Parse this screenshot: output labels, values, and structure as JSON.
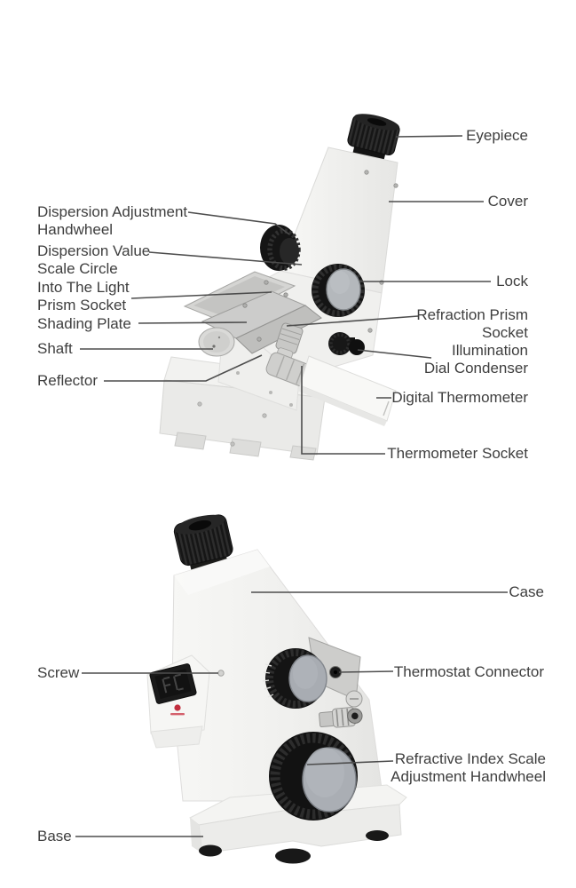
{
  "figure": {
    "kind": "labeled parts diagram",
    "subject_views": 2
  },
  "style": {
    "background": "#ffffff",
    "text_color": "#3e3e3e",
    "leader_line_color": "#4d4d4d",
    "instrument_body_color": "#f2f2f0",
    "knob_color": "#161616",
    "knob_face_color": "#acb0b6",
    "metal_color": "#cdcdcb",
    "logo_accent_color": "#c22e3e"
  },
  "labels": [
    {
      "id": "dispersion-adjustment-handwheel",
      "text": "Dispersion Adjustment\nHandwheel"
    },
    {
      "id": "dispersion-value-scale-circle",
      "text": "Dispersion Value\nScale Circle"
    },
    {
      "id": "into-the-light-prism-socket",
      "text": "Into The Light\nPrism Socket"
    },
    {
      "id": "shading-plate",
      "text": "Shading Plate"
    },
    {
      "id": "shaft",
      "text": "Shaft"
    },
    {
      "id": "reflector",
      "text": "Reflector"
    },
    {
      "id": "eyepiece",
      "text": "Eyepiece"
    },
    {
      "id": "cover",
      "text": "Cover"
    },
    {
      "id": "lock",
      "text": "Lock"
    },
    {
      "id": "refraction-prism-socket",
      "text": "Refraction Prism\nSocket"
    },
    {
      "id": "illumination-dial-condenser",
      "text": "Illumination\nDial Condenser"
    },
    {
      "id": "digital-thermometer",
      "text": "Digital Thermometer"
    },
    {
      "id": "thermometer-socket",
      "text": "Thermometer Socket"
    },
    {
      "id": "case",
      "text": "Case"
    },
    {
      "id": "screw",
      "text": "Screw"
    },
    {
      "id": "thermostat-connector",
      "text": "Thermostat Connector"
    },
    {
      "id": "refractive-index-scale-adjustment-handwheel",
      "text": "Refractive Index Scale\nAdjustment Handwheel"
    },
    {
      "id": "base",
      "text": "Base"
    }
  ]
}
